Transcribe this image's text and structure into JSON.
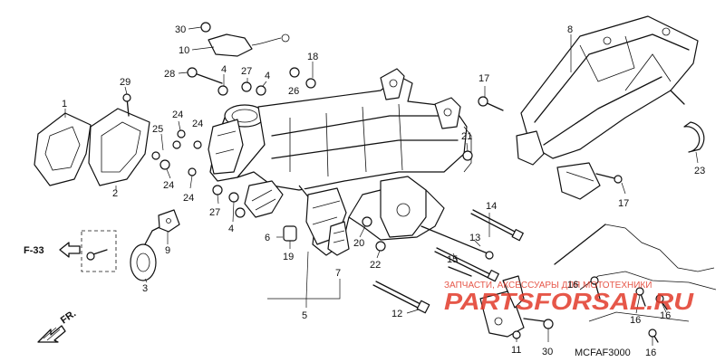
{
  "diagram": {
    "callouts": [
      {
        "id": "c30a",
        "text": "30"
      },
      {
        "id": "c10",
        "text": "10"
      },
      {
        "id": "c28",
        "text": "28"
      },
      {
        "id": "c4a",
        "text": "4"
      },
      {
        "id": "c27a",
        "text": "27"
      },
      {
        "id": "c4b",
        "text": "4"
      },
      {
        "id": "c18",
        "text": "18"
      },
      {
        "id": "c26",
        "text": "26"
      },
      {
        "id": "c29",
        "text": "29"
      },
      {
        "id": "c1",
        "text": "1"
      },
      {
        "id": "c24a",
        "text": "24"
      },
      {
        "id": "c24b",
        "text": "24"
      },
      {
        "id": "c25",
        "text": "25"
      },
      {
        "id": "c24c",
        "text": "24"
      },
      {
        "id": "c24d",
        "text": "24"
      },
      {
        "id": "c2",
        "text": "2"
      },
      {
        "id": "c27b",
        "text": "27"
      },
      {
        "id": "c4c",
        "text": "4"
      },
      {
        "id": "c9",
        "text": "9"
      },
      {
        "id": "c3",
        "text": "3"
      },
      {
        "id": "c6",
        "text": "6"
      },
      {
        "id": "c19",
        "text": "19"
      },
      {
        "id": "c7",
        "text": "7"
      },
      {
        "id": "c5",
        "text": "5"
      },
      {
        "id": "c21",
        "text": "21"
      },
      {
        "id": "c20",
        "text": "20"
      },
      {
        "id": "c22",
        "text": "22"
      },
      {
        "id": "c14",
        "text": "14"
      },
      {
        "id": "c13",
        "text": "13"
      },
      {
        "id": "c15",
        "text": "15"
      },
      {
        "id": "c12",
        "text": "12"
      },
      {
        "id": "c8",
        "text": "8"
      },
      {
        "id": "c17a",
        "text": "17"
      },
      {
        "id": "c17b",
        "text": "17"
      },
      {
        "id": "c23",
        "text": "23"
      },
      {
        "id": "c16a",
        "text": "16"
      },
      {
        "id": "c16b",
        "text": "16"
      },
      {
        "id": "c16c",
        "text": "16"
      },
      {
        "id": "c16d",
        "text": "16"
      },
      {
        "id": "c11",
        "text": "11"
      },
      {
        "id": "c30b",
        "text": "30"
      }
    ],
    "ref_label": "F-33",
    "front_label": "FR.",
    "diagram_code": "MCFAF3000",
    "watermark_top": "ЗАПЧАСТИ, АКСЕССУАРЫ ДЛЯ МОТОТЕХНИКИ",
    "watermark_logo": "PARTSFORSAL.RU",
    "colors": {
      "ink": "#111111",
      "watermark": "#e23a2a",
      "background": "#ffffff"
    }
  }
}
